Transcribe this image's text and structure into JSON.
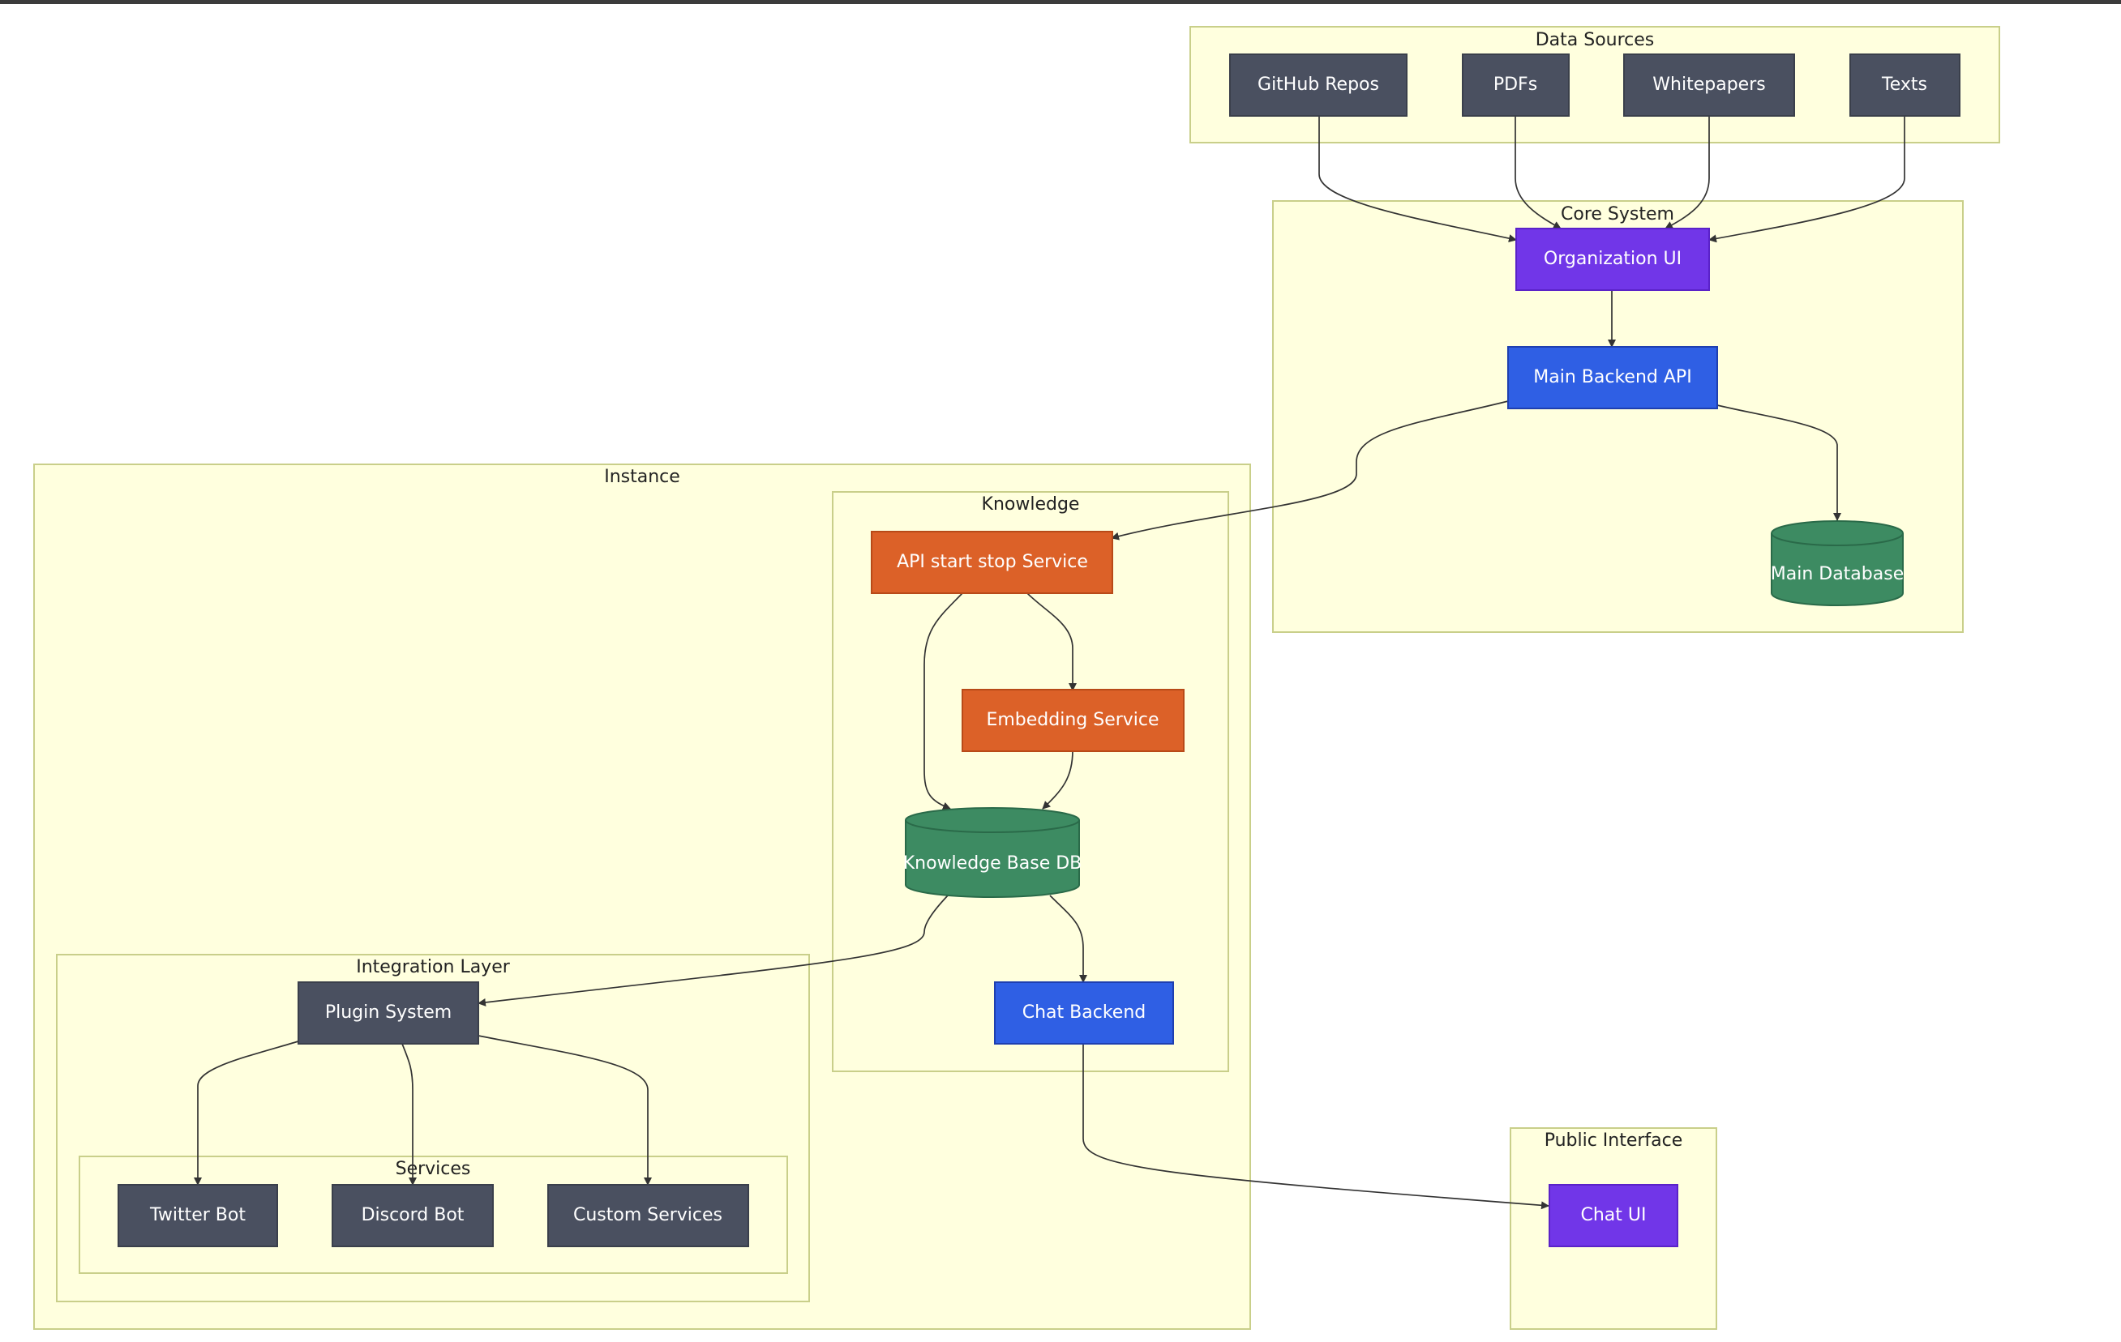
{
  "diagram": {
    "groups": {
      "data_sources": "Data Sources",
      "core_system": "Core System",
      "instance": "Instance",
      "knowledge": "Knowledge",
      "integration_layer": "Integration Layer",
      "services": "Services",
      "public_interface": "Public Interface"
    },
    "nodes": {
      "github_repos": "GitHub Repos",
      "pdfs": "PDFs",
      "whitepapers": "Whitepapers",
      "texts": "Texts",
      "organization_ui": "Organization UI",
      "main_backend_api": "Main Backend API",
      "main_database": "Main Database",
      "api_start_stop": "API start stop Service",
      "embedding_service": "Embedding Service",
      "knowledge_base_db": "Knowledge Base DB",
      "chat_backend": "Chat Backend",
      "plugin_system": "Plugin System",
      "twitter_bot": "Twitter Bot",
      "discord_bot": "Discord Bot",
      "custom_services": "Custom Services",
      "chat_ui": "Chat UI"
    },
    "colors": {
      "gray_node": "#4a5060",
      "purple_node": "#7136e8",
      "blue_node": "#2f5fe4",
      "orange_node": "#dc6128",
      "green_db": "#3d8b62",
      "group_fill": "#ffffde",
      "group_stroke": "#c9cf8a",
      "edge": "#333333"
    }
  }
}
